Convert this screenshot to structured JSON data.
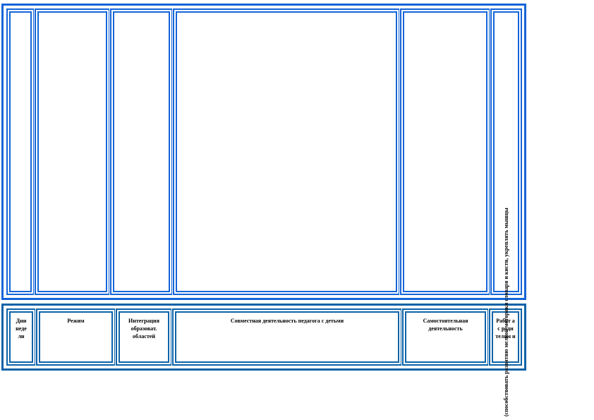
{
  "table_header": {
    "col_day": "Дни неде ли",
    "col_mode": "Режим",
    "col_integration": "Интеграция образоват. областей",
    "col_joint": "Совместная деятельность педагога с детьми",
    "col_independent": "Самостоятельная деятельность",
    "col_parents": "Работ а с роди телям и"
  },
  "vertical_note": "(способствовать развитию мелкой моторики словаря и кисти, укреплять мышцы",
  "colors": {
    "primary_border": "#1565d8",
    "secondary_border": "#0c63a8"
  }
}
